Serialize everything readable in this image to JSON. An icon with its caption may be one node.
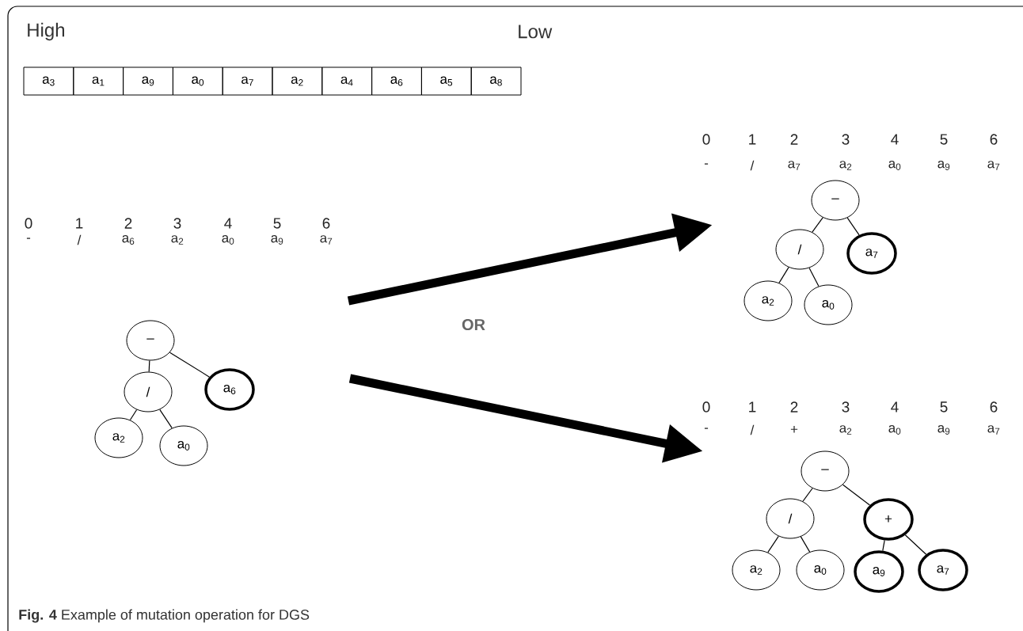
{
  "diagram": {
    "caption": "**Fig. 4** Example of mutation operation for DGS",
    "nodes": [
      {
        "text": [
          "a$_{3}$"
        ]
      },
      {
        "text": [
          "a$_{1}$"
        ]
      },
      {
        "text": [
          "a$_{9}$"
        ]
      },
      {
        "text": [
          "a$_{0}$"
        ]
      },
      {
        "text": [
          "a$_{7}$"
        ]
      },
      {
        "text": [
          "a$_{2}$"
        ]
      },
      {
        "text": [
          "a$_{4}$"
        ]
      },
      {
        "text": [
          "a$_{6}$"
        ]
      },
      {
        "text": [
          "a$_{5}$"
        ]
      },
      {
        "text": [
          "a$_{8}$"
        ]
      },
      {
        "text": [
          "–"
        ]
      },
      {
        "text": [
          "/"
        ]
      },
      {
        "text": [
          "a$_{6}$"
        ]
      },
      {
        "text": [
          "a$_{2}$"
        ]
      },
      {
        "text": [
          "a$_{0}$"
        ]
      },
      {
        "text": [
          "–"
        ]
      },
      {
        "text": [
          "/"
        ]
      },
      {
        "text": [
          "a$_{7}$"
        ]
      },
      {
        "text": [
          "a$_{2}$"
        ]
      },
      {
        "text": [
          "a$_{0}$"
        ]
      },
      {
        "text": [
          "–"
        ]
      },
      {
        "text": [
          "/"
        ]
      },
      {
        "text": [
          "+"
        ]
      },
      {
        "text": [
          "a$_{2}$"
        ]
      },
      {
        "text": [
          "a$_{0}$"
        ]
      },
      {
        "text": [
          "a$_{9}$"
        ]
      },
      {
        "text": [
          "a$_{7}$"
        ]
      }
    ],
    "edges": [
      {
        "from": 10,
        "to": 11,
        "arrow": "none"
      },
      {
        "from": 10,
        "to": 12,
        "arrow": "none"
      },
      {
        "from": 11,
        "to": 13,
        "arrow": "none"
      },
      {
        "from": 11,
        "to": 14,
        "arrow": "none"
      },
      {
        "from": 15,
        "to": 16,
        "arrow": "none"
      },
      {
        "from": 15,
        "to": 17,
        "arrow": "none"
      },
      {
        "from": 16,
        "to": 18,
        "arrow": "none"
      },
      {
        "from": 16,
        "to": 19,
        "arrow": "none"
      },
      {
        "from": 20,
        "to": 21,
        "arrow": "none"
      },
      {
        "from": 20,
        "to": 22,
        "arrow": "none"
      },
      {
        "from": 21,
        "to": 23,
        "arrow": "none"
      },
      {
        "from": 21,
        "to": 24,
        "arrow": "none"
      },
      {
        "from": 22,
        "to": 25,
        "arrow": "none"
      },
      {
        "from": 22,
        "to": 26,
        "arrow": "none"
      }
    ],
    "labels": [
      "High",
      "Low",
      "0",
      "1",
      "2",
      "3",
      "4",
      "5",
      "6",
      "-",
      "/",
      "a$_{6}$",
      "a$_{2}$",
      "a$_{0}$",
      "a$_{9}$",
      "a$_{7}$",
      "0",
      "1",
      "2",
      "3",
      "4",
      "5",
      "6",
      "-",
      "/",
      "a$_{7}$",
      "a$_{2}$",
      "a$_{0}$",
      "a$_{9}$",
      "a$_{7}$",
      "OR",
      "0",
      "1",
      "2",
      "3",
      "4",
      "5",
      "6",
      "-",
      "/",
      "+",
      "a$_{2}$",
      "a$_{0}$",
      "a$_{9}$",
      "a$_{7}$"
    ]
  }
}
